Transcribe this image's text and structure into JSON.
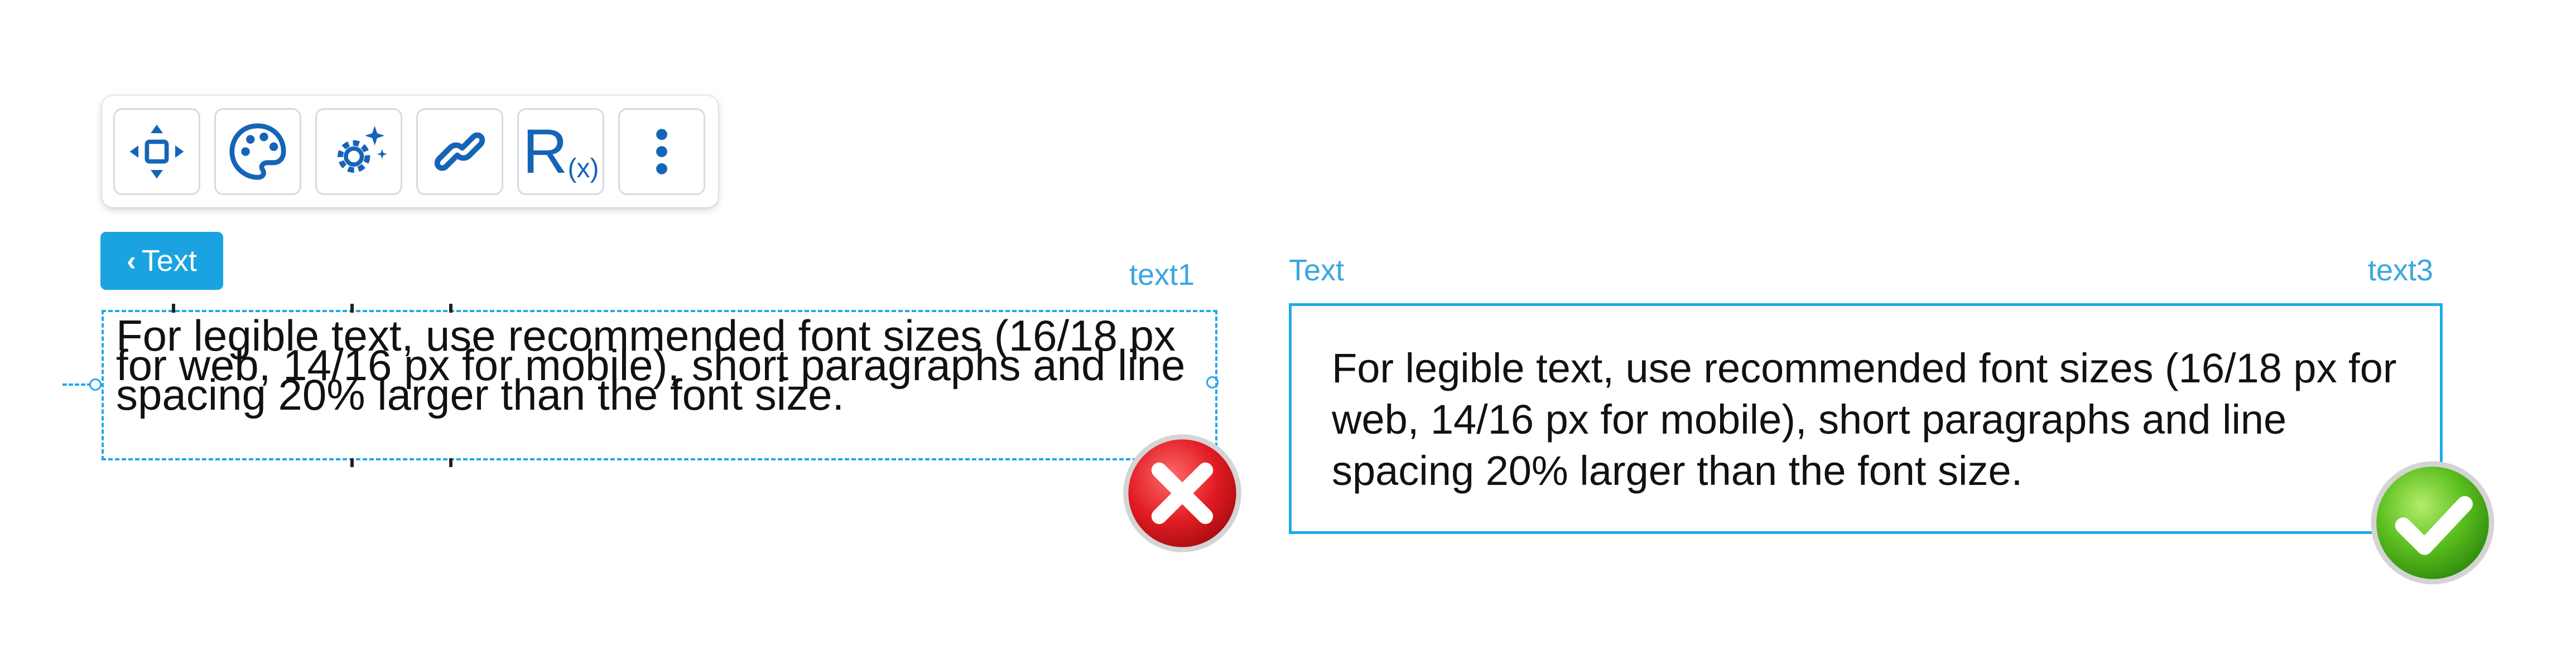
{
  "toolbar": {
    "buttons": [
      {
        "name": "move",
        "icon": "move-arrows-icon"
      },
      {
        "name": "style",
        "icon": "palette-icon"
      },
      {
        "name": "settings",
        "icon": "gear-sparkle-icon"
      },
      {
        "name": "link",
        "icon": "link-icon"
      },
      {
        "name": "function",
        "icon": "r-function-icon",
        "label": "R",
        "sub": "(x)"
      },
      {
        "name": "more",
        "icon": "more-vertical-icon"
      }
    ]
  },
  "bad_example": {
    "tag_label": "Text",
    "chevron": "‹",
    "element_id": "text1",
    "body": "For legible text, use recommended font sizes (16/18 px for web, 14/16 px for mobile), short paragraphs and line spacing 20% larger than the font size.",
    "status_icon": "error-x-icon"
  },
  "good_example": {
    "label": "Text",
    "element_id": "text3",
    "body": "For legible text, use recommended font sizes (16/18 px for web, 14/16 px for mobile), short paragraphs and line spacing 20% larger than the font size.",
    "status_icon": "success-check-icon"
  },
  "colors": {
    "accent_blue": "#22a9e6",
    "icon_blue": "#1565b7",
    "error_red": "#e11b22",
    "success_green": "#5bbf1e"
  }
}
